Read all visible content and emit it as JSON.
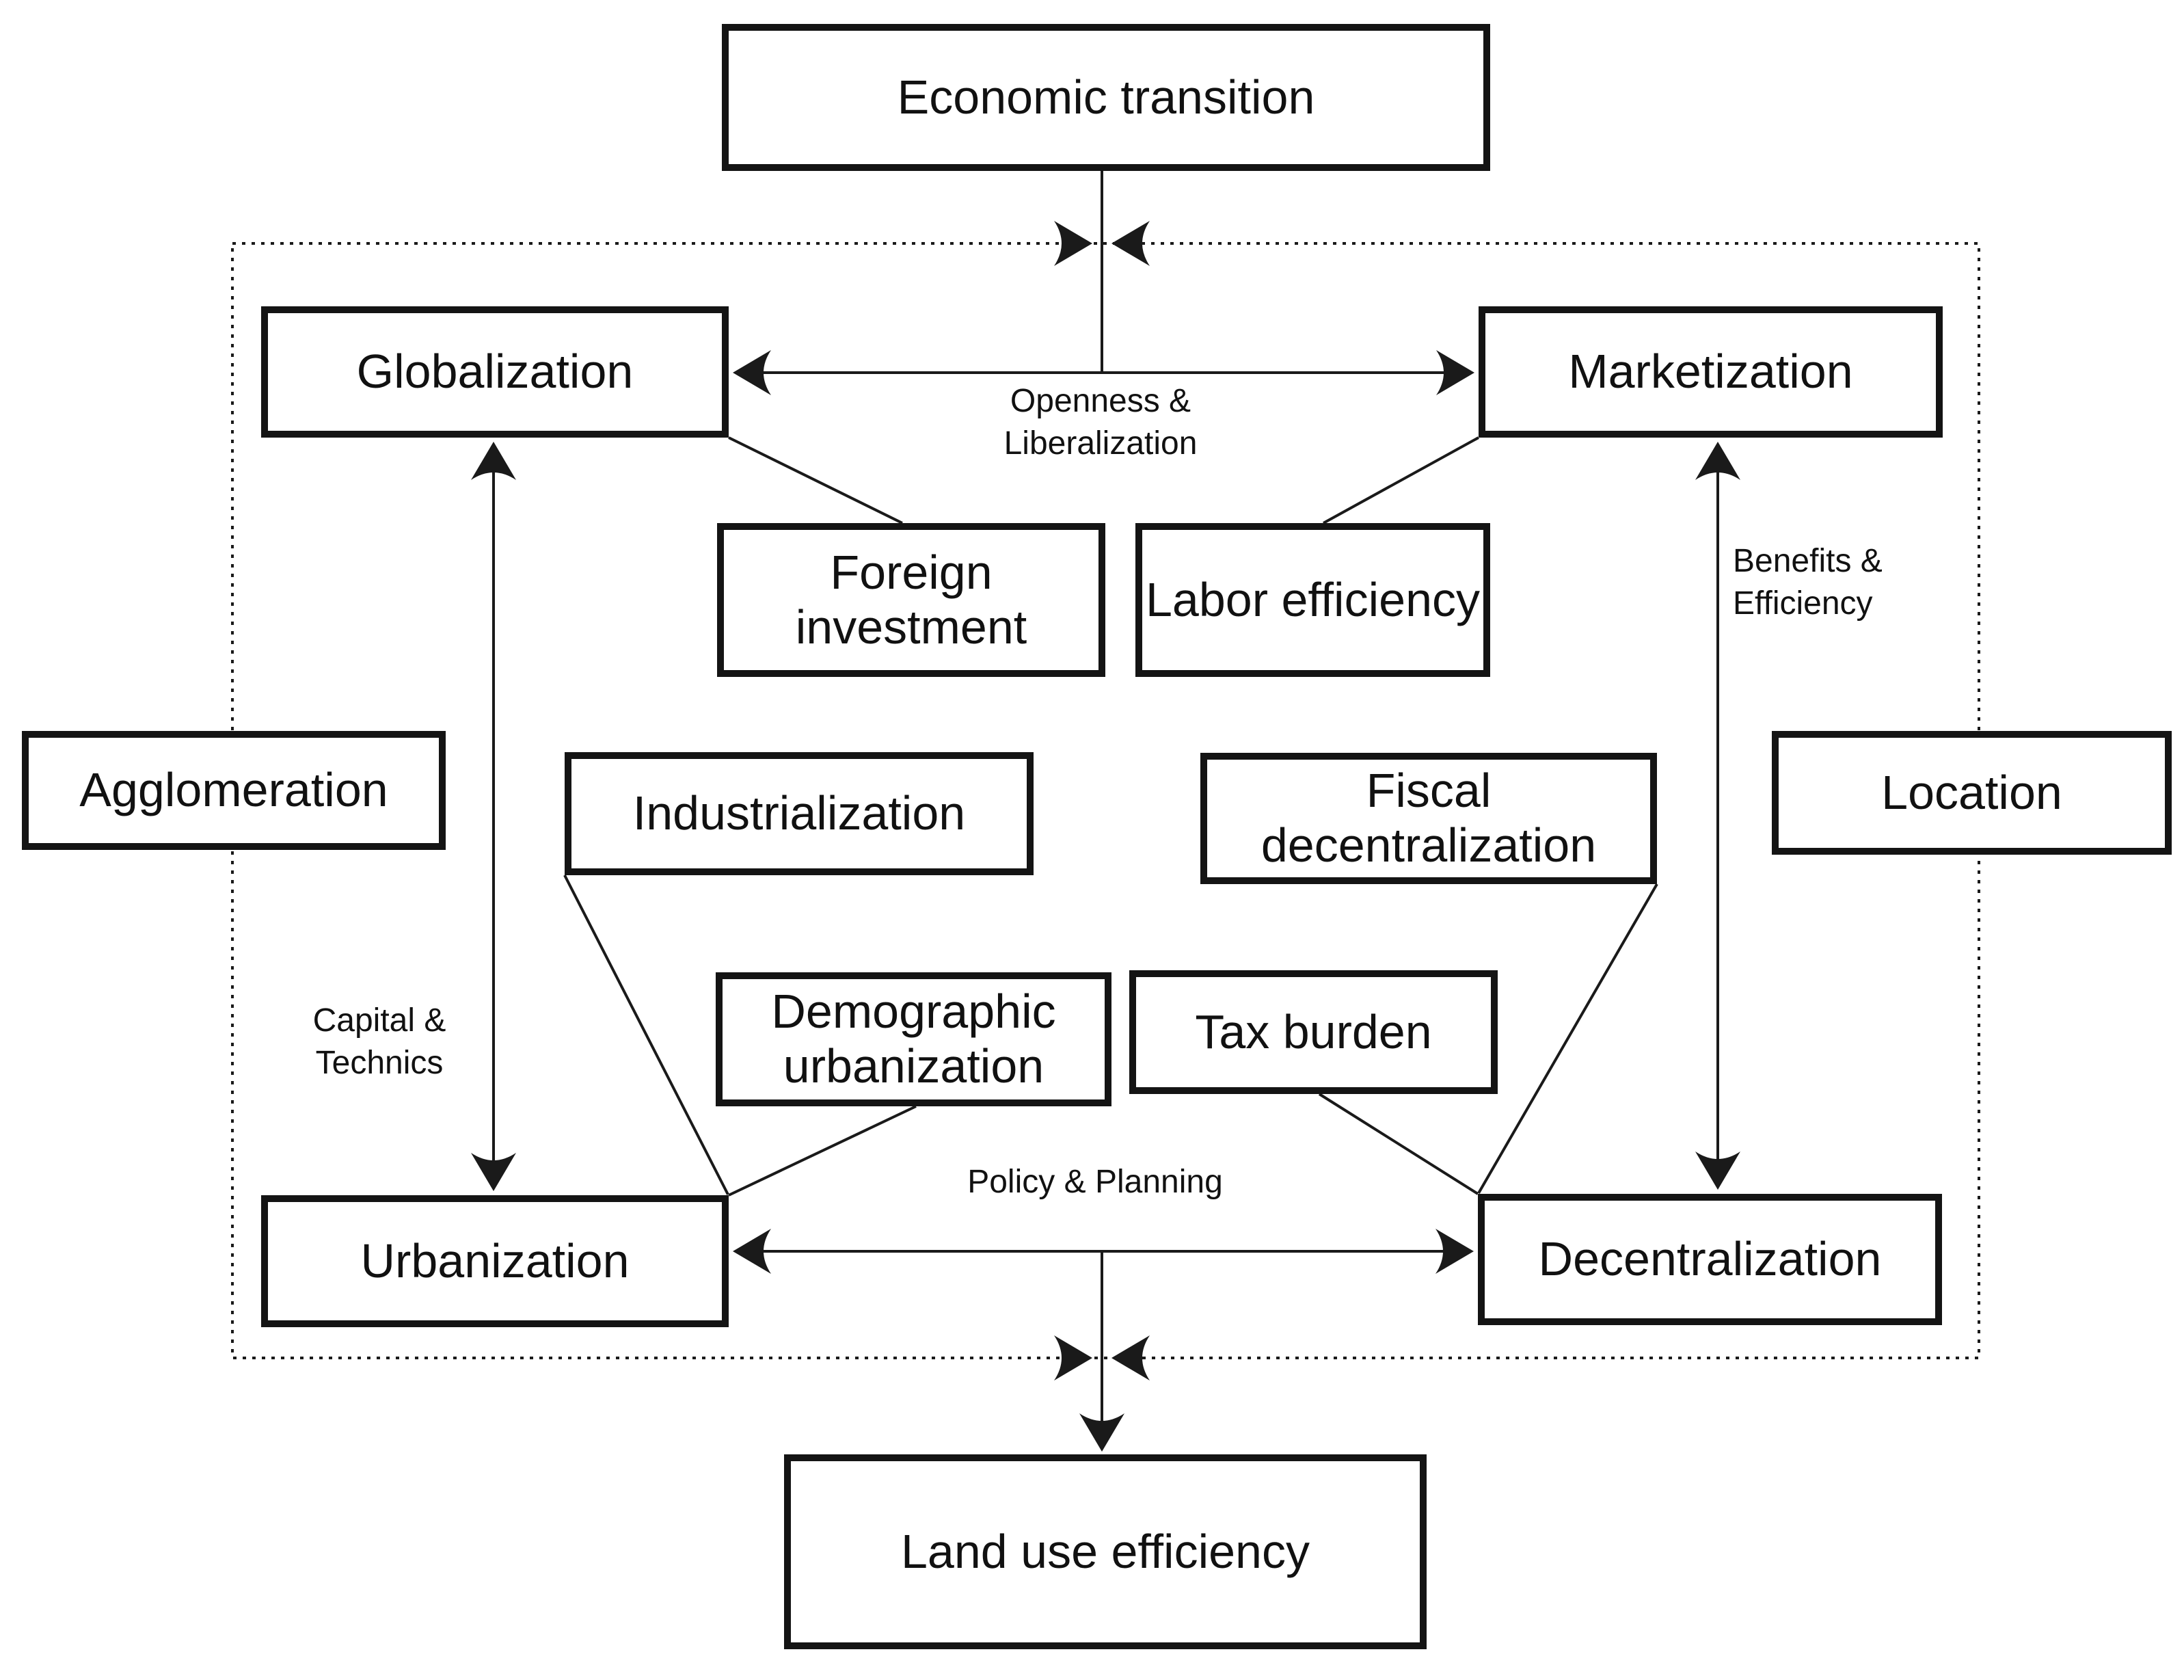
{
  "colors": {
    "background": "#ffffff",
    "line": "#1a1a1a",
    "box_border": "#141414",
    "text": "#111111"
  },
  "nodes": {
    "economic_transition": {
      "label": "Economic transition"
    },
    "globalization": {
      "label": "Globalization"
    },
    "marketization": {
      "label": "Marketization"
    },
    "foreign_investment": {
      "label": "Foreign investment"
    },
    "labor_efficiency": {
      "label": "Labor efficiency"
    },
    "agglomeration": {
      "label": "Agglomeration"
    },
    "industrialization": {
      "label": "Industrialization"
    },
    "fiscal_decentralization": {
      "label": "Fiscal decentralization"
    },
    "location": {
      "label": "Location"
    },
    "demographic_urbanization": {
      "label": "Demographic urbanization"
    },
    "tax_burden": {
      "label": "Tax burden"
    },
    "urbanization": {
      "label": "Urbanization"
    },
    "decentralization": {
      "label": "Decentralization"
    },
    "land_use_efficiency": {
      "label": "Land use efficiency"
    }
  },
  "edge_labels": {
    "openness_liberalization": "Openness & Liberalization",
    "benefits_efficiency": "Benefits & Efficiency",
    "capital_technics": "Capital & Technics",
    "policy_planning": "Policy & Planning"
  }
}
